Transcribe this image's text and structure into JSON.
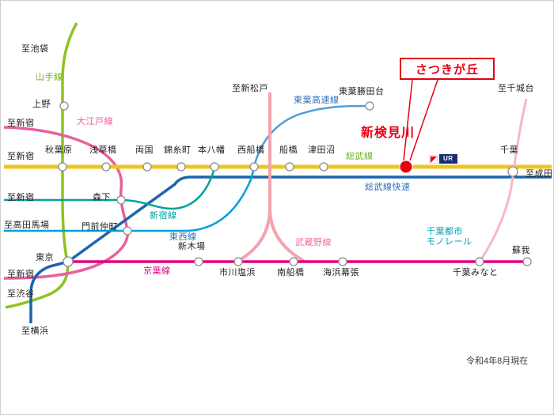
{
  "colors": {
    "yamanote": "#8fc31f",
    "oedo": "#e8609e",
    "sobu_local": "#f0c41e",
    "sobu_rapid": "#1f63ae",
    "shinjuku_line": "#00a29a",
    "tozai": "#00a0dc",
    "toyo_rapid": "#4f9fd8",
    "musashino": "#f2a3ad",
    "keiyo": "#e4007f",
    "monorail": "#f6b8c8",
    "highlight_red": "#e60012",
    "station_stroke": "#8c8c8c"
  },
  "lines": {
    "yamanote": "山手線",
    "oedo": "大江戸線",
    "sobu": "総武線",
    "sobu_rapid": "総武線快速",
    "toyo_rapid": "東葉高速線",
    "shinjuku": "新宿線",
    "tozai": "東西線",
    "musashino": "武蔵野線",
    "keiyo": "京葉線",
    "monorail_line1": "千葉都市",
    "monorail_line2": "モノレール"
  },
  "stations": {
    "ueno": "上野",
    "akihabara": "秋葉原",
    "asakusabashi": "浅草橋",
    "ryogoku": "両国",
    "kinshicho": "錦糸町",
    "motoyawata": "本八幡",
    "nishi_funabashi": "西船橋",
    "funabashi": "船橋",
    "tsudanuma": "津田沼",
    "chiba": "千葉",
    "toyo_katsutadai": "東葉勝田台",
    "morishita": "森下",
    "monzen_nakacho": "門前仲町",
    "tokyo": "東京",
    "shin_kiba": "新木場",
    "ichikawa_shiohama": "市川塩浜",
    "minami_funabashi": "南船橋",
    "kaihin_makuhari": "海浜幕張",
    "chiba_minato": "千葉みなと",
    "soga": "蘇我"
  },
  "endpoints": {
    "to_ikebukuro": "至池袋",
    "to_shinjuku_oedo": "至新宿",
    "to_shinjuku_sobu": "至新宿",
    "to_shinjuku_shinjuku_line": "至新宿",
    "to_shinjuku_oedo_south": "至新宿",
    "to_takadanobaba": "至高田馬場",
    "to_shibuya": "至渋谷",
    "to_yokohama": "至横浜",
    "to_shin_matsudo": "至新松戸",
    "to_chishirodai": "至千城台",
    "to_narita": "至成田"
  },
  "callout": {
    "area_name": "さつきが丘",
    "highlight_station": "新検見川",
    "ur_logo_text": "UR"
  },
  "footnote": "令和4年8月現在"
}
